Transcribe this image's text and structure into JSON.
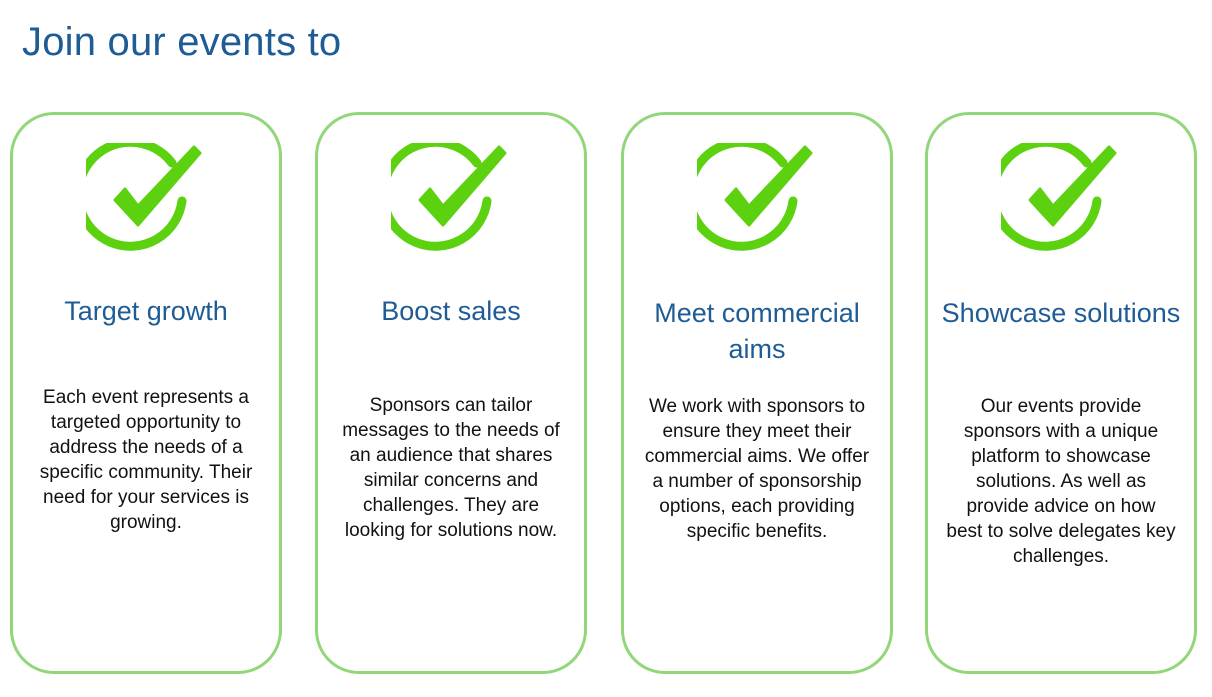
{
  "heading": "Join our events to",
  "colors": {
    "heading": "#1f5c96",
    "card_border": "#92d67a",
    "check_icon": "#5cd10f"
  },
  "cards": [
    {
      "icon": "checkmark-circle-icon",
      "title": "Target growth",
      "body": "Each event represents a targeted opportunity to address the needs of a specific community. Their need for your services is growing."
    },
    {
      "icon": "checkmark-circle-icon",
      "title": "Boost sales",
      "body": "Sponsors can tailor messages to the needs of an audience that shares similar concerns and challenges. They are looking for solutions now."
    },
    {
      "icon": "checkmark-circle-icon",
      "title": "Meet commercial aims",
      "body": "We work with sponsors to ensure they meet their commercial aims. We offer a number of sponsorship options, each providing specific benefits."
    },
    {
      "icon": "checkmark-circle-icon",
      "title": "Showcase solutions",
      "body": "Our events provide sponsors with a unique platform to showcase solutions. As well as provide advice on how best to solve delegates key challenges."
    }
  ]
}
